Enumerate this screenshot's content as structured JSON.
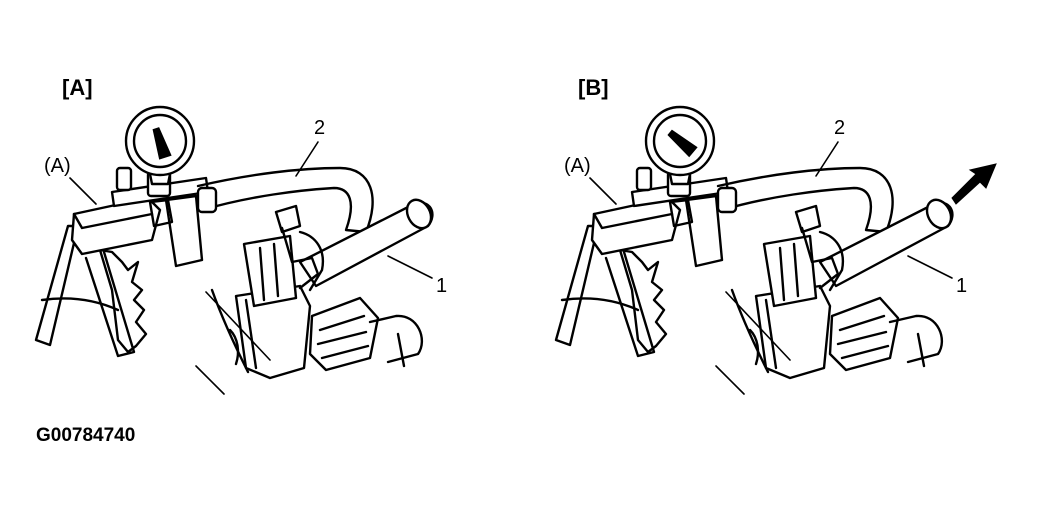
{
  "figure_id": "G00784740",
  "panels": [
    {
      "tag": "[A]",
      "labels": {
        "tool": "(A)",
        "hose": "2",
        "pipe": "1"
      },
      "gauge_needle_deg": 120
    },
    {
      "tag": "[B]",
      "labels": {
        "tool": "(A)",
        "hose": "2",
        "pipe": "1"
      },
      "gauge_needle_deg": 140,
      "arrow": true
    }
  ],
  "colors": {
    "ink": "#000000",
    "paper": "#ffffff"
  }
}
